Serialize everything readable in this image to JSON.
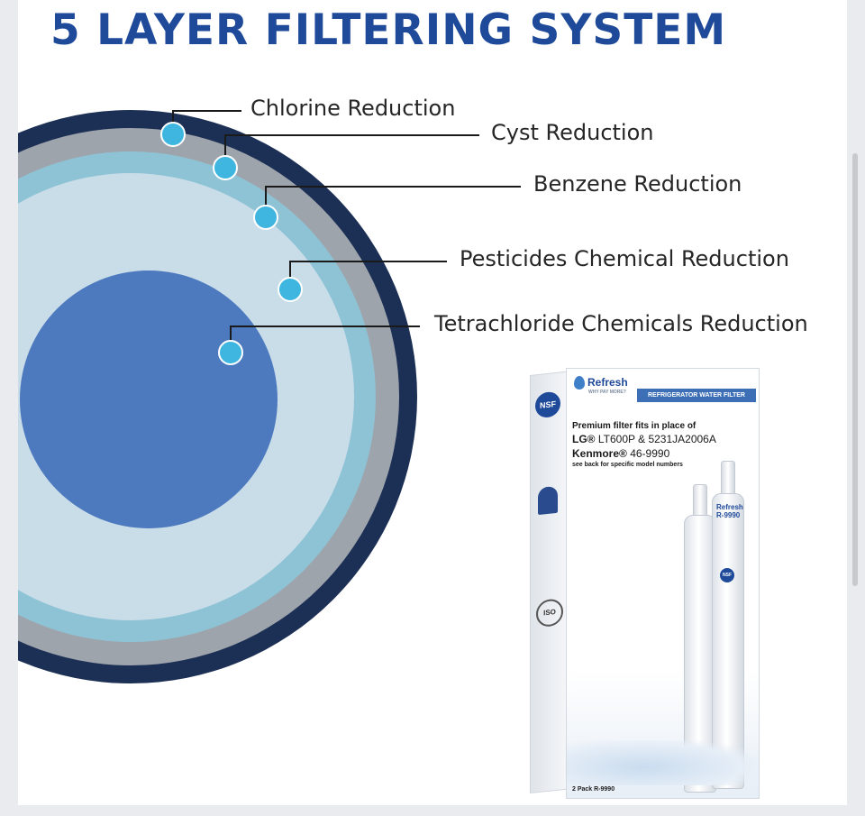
{
  "title": "5 LAYER FILTERING SYSTEM",
  "layers": [
    {
      "label": "Chlorine Reduction"
    },
    {
      "label": "Cyst Reduction"
    },
    {
      "label": "Benzene Reduction"
    },
    {
      "label": "Pesticides Chemical Reduction"
    },
    {
      "label": "Tetrachloride Chemicals Reduction"
    }
  ],
  "colors": {
    "title": "#1f4a9a",
    "ring_outer": "#1c2f55",
    "ring_gray": "#9ea4ab",
    "ring_teal": "#8ec3d6",
    "ring_light": "#c9dde9",
    "core": "#4d79bf",
    "marker": "#3fb6e0"
  },
  "product": {
    "brand": "Refresh",
    "tagline": "WHY PAY MORE?",
    "banner": "REFRIGERATOR WATER FILTER",
    "fits_line1": "Premium filter fits in place of",
    "fits_lg_brand": "LG®",
    "fits_lg_models": "LT600P & 5231JA2006A",
    "fits_kenmore_brand": "Kenmore®",
    "fits_kenmore_model": "46-9990",
    "fits_note": "see back for specific model numbers",
    "side_nsf": "NSF",
    "side_iso": "ISO",
    "bottle_brand": "Refresh",
    "bottle_model": "R-9990",
    "bottle_nsf": "NSF",
    "pack": "2 Pack R-9990"
  }
}
